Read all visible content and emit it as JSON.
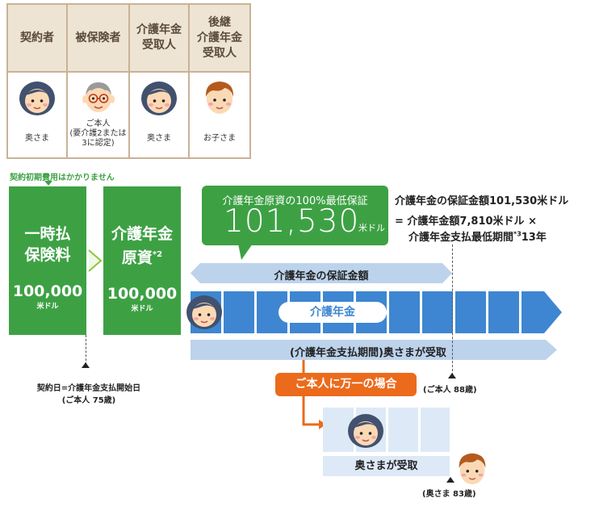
{
  "roles": [
    {
      "header": "契約者",
      "person": "奥さま"
    },
    {
      "header": "被保険者",
      "person": "ご本人\n(要介護2または\n3に認定)"
    },
    {
      "header": "介護年金\n受取人",
      "person": "奥さま"
    },
    {
      "header": "後継\n介護年金\n受取人",
      "person": "お子さま"
    }
  ],
  "note_no_initial_cost": "契約初期費用はかかりません",
  "lump_sum": {
    "label": "一時払\n保険料",
    "amount": "100,000",
    "unit": "米ドル"
  },
  "principal": {
    "label": "介護年金\n原資",
    "sup": "*2",
    "amount": "100,000",
    "unit": "米ドル"
  },
  "callout": {
    "title": "介護年金原資の100%最低保証",
    "amount": "101,530",
    "unit": "米ドル"
  },
  "formula": {
    "line1": "介護年金の保証金額101,530米ドル",
    "line2": "= 介護年金額7,810米ドル ×",
    "line3_pre": "介護年金支払最低期間",
    "line3_sup": "*3",
    "line3_post": "13年"
  },
  "guarantee_bar": "介護年金の保証金額",
  "pension_label": "介護年金",
  "period_bar": "(介護年金支払期間)奥さまが受取",
  "contract_date": {
    "line1": "契約日=介護年金支払開始日",
    "line2": "(ご本人 75歳)"
  },
  "emergency_badge": "ご本人に万一の場合",
  "age_insured": "(ご本人 88歳)",
  "wife_receives": "奥さまが受取",
  "age_wife": "(奥さま 83歳)",
  "colors": {
    "green": "#3da144",
    "blue": "#3e86d1",
    "light_blue": "#bdd3ec",
    "orange": "#ec6a1b",
    "table_header": "#eee4d3",
    "table_border": "#c9b296"
  }
}
